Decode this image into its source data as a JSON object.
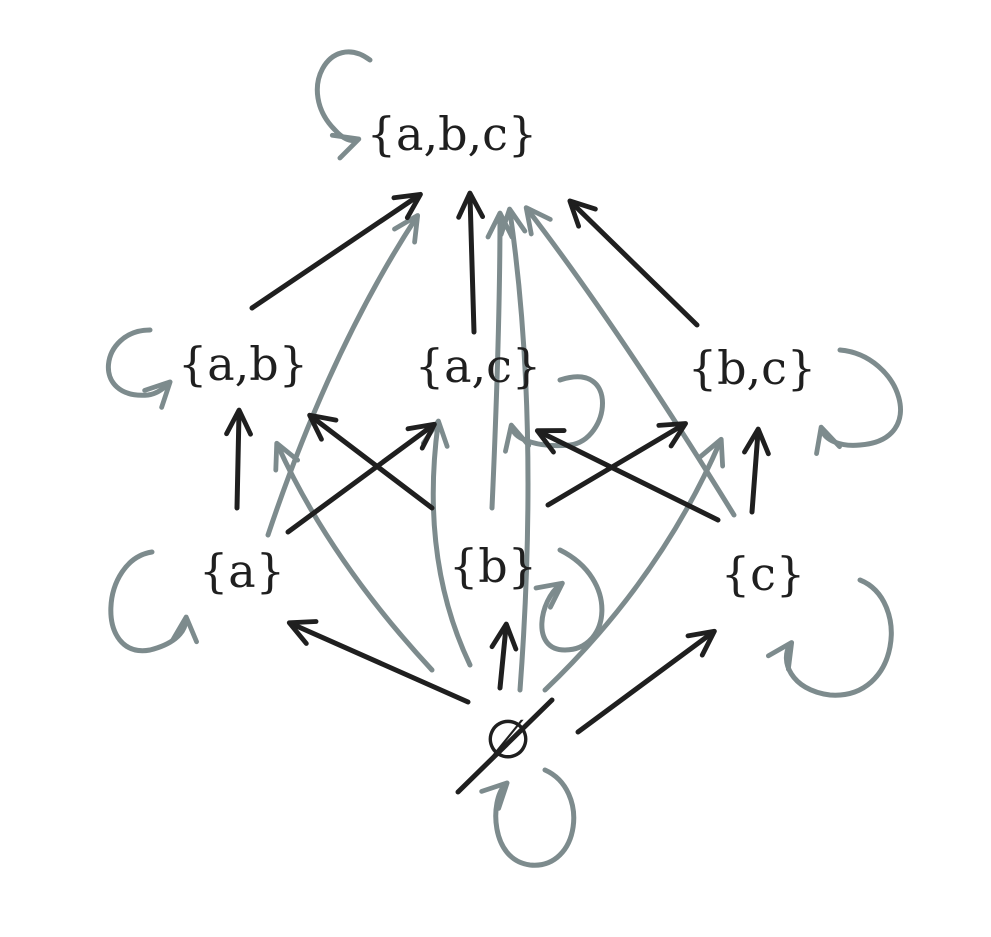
{
  "colors": {
    "hasse_edge": "#1f1f1f",
    "transitive_edge": "#7d8b8d",
    "label": "#1f1f1f",
    "background": "#ffffff"
  },
  "nodes": {
    "empty": "∅",
    "a": "{a}",
    "b": "{b}",
    "c": "{c}",
    "ab": "{a,b}",
    "ac": "{a,c}",
    "bc": "{b,c}",
    "abc": "{a,b,c}"
  },
  "hasse_edges": [
    [
      "empty",
      "a"
    ],
    [
      "empty",
      "b"
    ],
    [
      "empty",
      "c"
    ],
    [
      "a",
      "ab"
    ],
    [
      "a",
      "ac"
    ],
    [
      "b",
      "ab"
    ],
    [
      "b",
      "bc"
    ],
    [
      "c",
      "ac"
    ],
    [
      "c",
      "bc"
    ],
    [
      "ab",
      "abc"
    ],
    [
      "ac",
      "abc"
    ],
    [
      "bc",
      "abc"
    ]
  ],
  "transitive_edges": [
    [
      "empty",
      "ab"
    ],
    [
      "empty",
      "ac"
    ],
    [
      "empty",
      "bc"
    ],
    [
      "empty",
      "abc"
    ],
    [
      "a",
      "abc"
    ],
    [
      "b",
      "abc"
    ],
    [
      "c",
      "abc"
    ]
  ],
  "self_loops": [
    "empty",
    "a",
    "b",
    "c",
    "ab",
    "ac",
    "bc",
    "abc"
  ]
}
